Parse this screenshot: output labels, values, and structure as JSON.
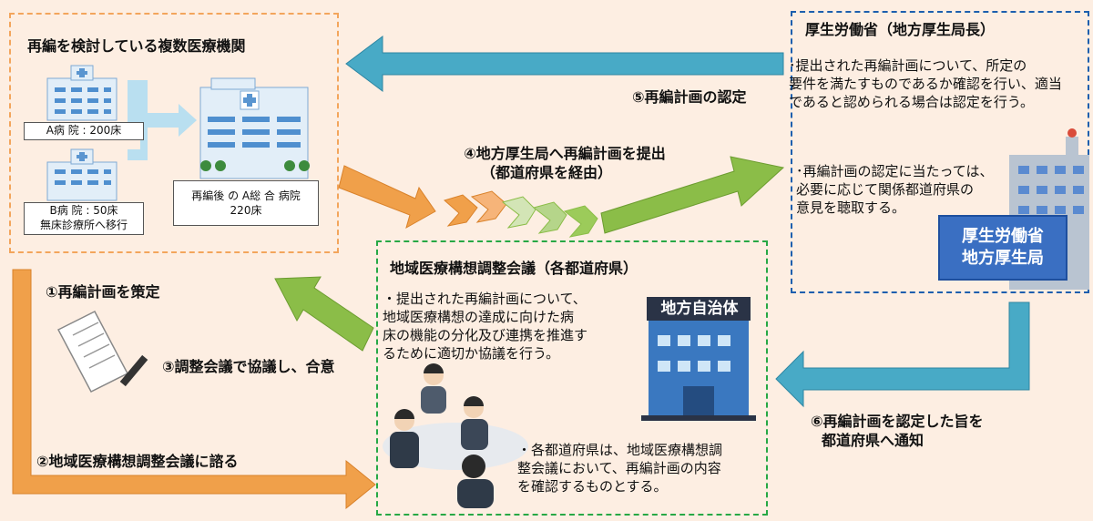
{
  "institutions": {
    "title": "再編を検討している複数医療機関",
    "hospital_a": "A病 院 : 200床",
    "hospital_b_line1": "B病 院 : 50床",
    "hospital_b_line2": "無床診療所へ移行",
    "merged_line1": "再編後 の A総 合 病院",
    "merged_line2": "220床"
  },
  "mhlw": {
    "title": "厚生労働省（地方厚生局長）",
    "text1_line1": "･提出された再編計画について、所定の",
    "text1_line2": "要件を満たすものであるか確認を行い、適当",
    "text1_line3": "であると認められる場合は認定を行う。",
    "text2_line1": "･再編計画の認定に当たっては、",
    "text2_line2": "必要に応じて関係都道府県の",
    "text2_line3": "意見を聴取する。",
    "badge_line1": "厚生労働省",
    "badge_line2": "地方厚生局"
  },
  "council": {
    "title": "地域医療構想調整会議（各都道府県）",
    "text1_line1": "・提出された再編計画について、",
    "text1_line2": "地域医療構想の達成に向けた病",
    "text1_line3": "床の機能の分化及び連携を推進す",
    "text1_line4": "るために適切か協議を行う。",
    "local_gov": "地方自治体",
    "text2_line1": "・各都道府県は、地域医療構想調",
    "text2_line2": "整会議において、再編計画の内容",
    "text2_line3": "を確認するものとする。"
  },
  "steps": {
    "s1": "①再編計画を策定",
    "s2": "②地域医療構想調整会議に諮る",
    "s3": "③調整会議で協議し、合意",
    "s4_line1": "④地方厚生局へ再編計画を提出",
    "s4_line2": "（都道府県を経由）",
    "s5": "⑤再編計画の認定",
    "s6_line1": "⑥再編計画を認定した旨を",
    "s6_line2": "都道府県へ通知"
  },
  "colors": {
    "orange": "#f0a04a",
    "green": "#8bbd48",
    "teal": "#48aac6",
    "blue_dash": "#1d5fae",
    "orange_dash": "#f3a55c",
    "green_dash": "#27a845"
  }
}
